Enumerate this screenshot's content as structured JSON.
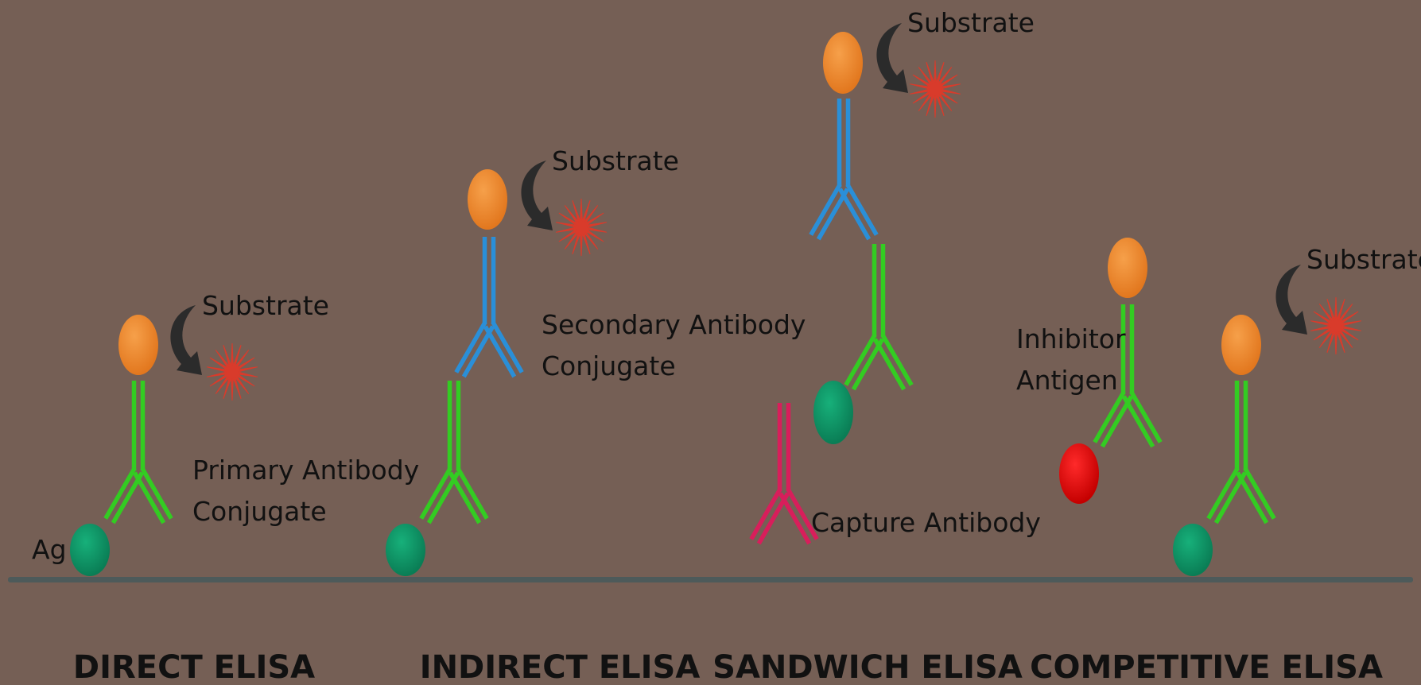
{
  "colors": {
    "background": "#755f55",
    "baseline": "#4d5a5a",
    "primary_antibody": "#33cc22",
    "secondary_antibody": "#2a8fd8",
    "capture_antibody": "#d81e5b",
    "enzyme": "#f08a2e",
    "antigen": "#0f9a6a",
    "inhibitor_antigen": "#e01010",
    "substrate_burst": "#d93b2b",
    "arrow": "#2b2b2b",
    "text": "#111111"
  },
  "labels": {
    "ag": "Ag",
    "substrate": "Substrate",
    "primary_antibody_line1": "Primary Antibody",
    "primary_antibody_line2": "Conjugate",
    "secondary_antibody_line1": "Secondary Antibody",
    "secondary_antibody_line2": "Conjugate",
    "capture_antibody": "Capture Antibody",
    "inhibitor_line1": "Inhibitor",
    "inhibitor_line2": "Antigen"
  },
  "titles": {
    "direct": "DIRECT ELISA",
    "indirect": "INDIRECT ELISA",
    "sandwich": "SANDWICH ELISA",
    "competitive": "COMPETITIVE ELISA"
  }
}
